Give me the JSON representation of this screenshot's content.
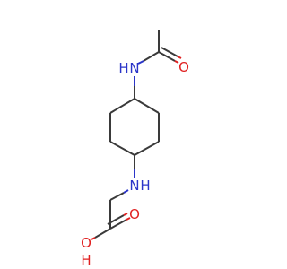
{
  "molecule": {
    "atoms": {
      "amide_nitrogen": "N",
      "amide_nitrogen_h": "H",
      "carbonyl_oxygen": "O",
      "amine_nitrogen": "N",
      "amine_nitrogen_h": "H",
      "acid_carbonyl_oxygen": "O",
      "hydroxyl_oxygen": "O",
      "hydroxyl_h": "H"
    },
    "colors": {
      "carbon_bond": "#3a3a3a",
      "nitrogen": "#2b35c8",
      "oxygen": "#e02020"
    }
  }
}
